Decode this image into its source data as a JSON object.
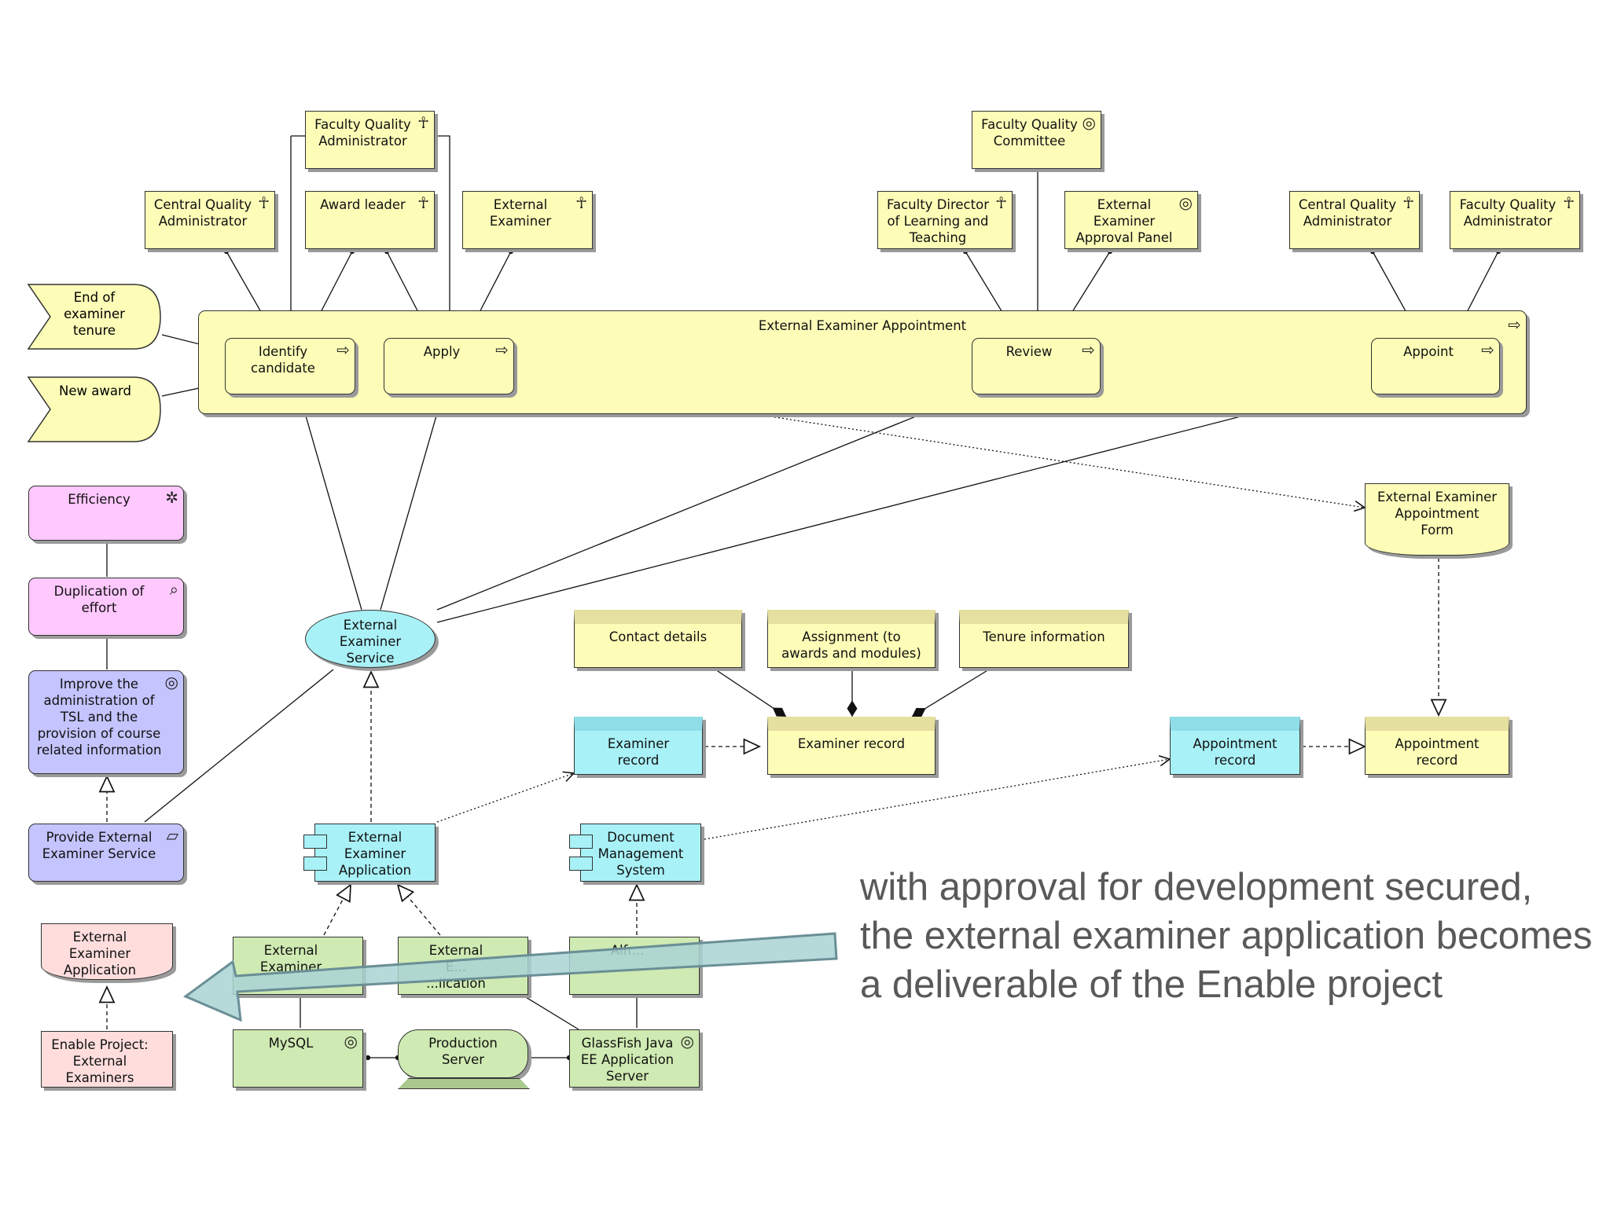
{
  "colors": {
    "business": "#fdfdb8",
    "application": "#a8f1f7",
    "technology": "#cfeab2",
    "motivation_pink": "#ffc8ff",
    "motivation_blue": "#c4c4ff",
    "project": "#ffdddd",
    "arrow": "#a9d3d3"
  },
  "diagram": {
    "group_title": "External Examiner Appointment",
    "actors": {
      "fqa_top": "Faculty Quality\nAdministrator",
      "cqa_left": "Central Quality\nAdministrator",
      "award_leader": "Award leader",
      "external_examiner": "External\nExaminer",
      "fq_committee": "Faculty Quality\nCommittee",
      "faculty_director": "Faculty Director\nof Learning and\nTeaching",
      "approval_panel": "External\nExaminer\nApproval Panel",
      "cqa_right": "Central Quality\nAdministrator",
      "fqa_right": "Faculty Quality\nAdministrator"
    },
    "events": {
      "end_of_tenure": "End of\nexaminer\ntenure",
      "new_award": "New award"
    },
    "processes": {
      "identify": "Identify\ncandidate",
      "apply": "Apply",
      "review": "Review",
      "appoint": "Appoint"
    },
    "motivation": {
      "efficiency": "Efficiency",
      "duplication": "Duplication of\neffort",
      "goal": "Improve the\nadministration of\nTSL and the\nprovision of course\nrelated information",
      "requirement": "Provide External\nExaminer Service"
    },
    "deliverable": "External\nExaminer\nApplication",
    "project": "Enable Project:\nExternal\nExaminers",
    "service": "External\nExaminer\nService",
    "app_component": "External\nExaminer\nApplication",
    "dms": "Document\nManagement\nSystem",
    "data": {
      "contact": "Contact details",
      "assignment": "Assignment (to\nawards and modules)",
      "tenure": "Tenure information",
      "examiner_record_app": "Examiner\nrecord",
      "examiner_record": "Examiner record",
      "appointment_record_app": "Appointment\nrecord",
      "appointment_record": "Appointment\nrecord",
      "form": "External Examiner\nAppointment\nForm"
    },
    "tech": {
      "artifact1": "External\nExaminer",
      "artifact2": "External\nE...\n...lication",
      "artifact3": "Alfr...",
      "mysql": "MySQL",
      "prod_server": "Production\nServer",
      "glassfish": "GlassFish Java\nEE Application\nServer"
    }
  },
  "caption": "with approval for development secured,\nthe external examiner application becomes\na deliverable of the Enable project"
}
